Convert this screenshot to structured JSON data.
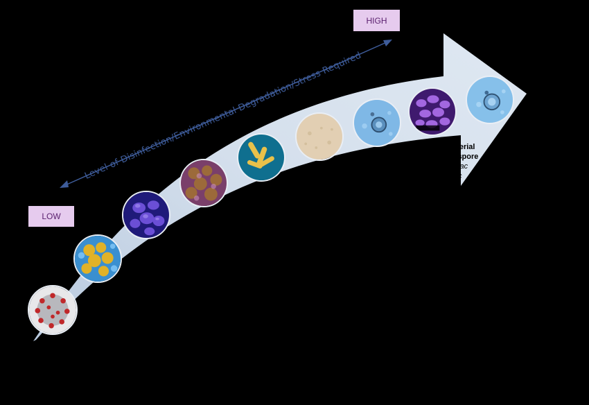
{
  "levels": {
    "low": "LOW",
    "high": "HIGH"
  },
  "axis": {
    "label": "Level of Disinfection/Environmental Degradation/Stress Required"
  },
  "colors": {
    "arrow": "#cfdbe9",
    "axis_line": "#3e5c9a",
    "tag_fill": "#e6cbee",
    "tag_text": "#5a1f6e",
    "background": "#000000"
  },
  "partial_label": {
    "line1": "Bacterial",
    "line2": "dospore",
    "line3_a": "., ",
    "line3_b": "Bac",
    "line4": "wac"
  }
}
